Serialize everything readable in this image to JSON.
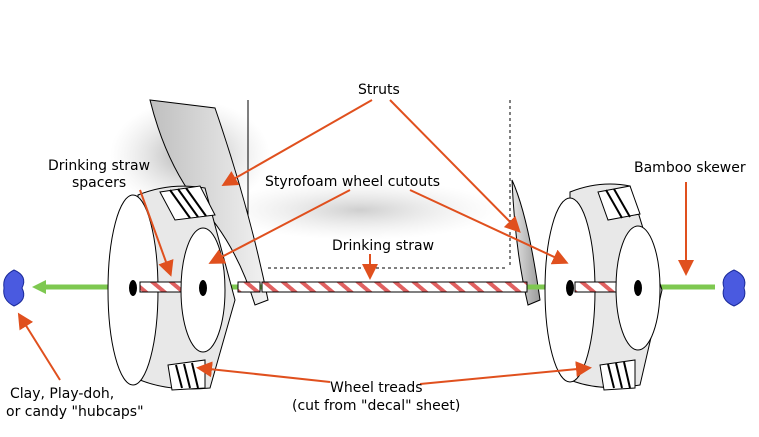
{
  "labels": {
    "struts": "Struts",
    "drinking_straw_spacers_line1": "Drinking straw",
    "drinking_straw_spacers_line2": "spacers",
    "styrofoam_wheel_cutouts": "Styrofoam wheel cutouts",
    "bamboo_skewer": "Bamboo skewer",
    "drinking_straw": "Drinking straw",
    "hubcaps_line1": "Clay, Play-doh,",
    "hubcaps_line2": "or candy \"hubcaps\"",
    "wheel_treads_line1": "Wheel treads",
    "wheel_treads_line2": "(cut from \"decal\" sheet)"
  },
  "colors": {
    "arrow": "#e0501e",
    "skewer": "#7ec850",
    "straw_stripe": "#e06060",
    "hubcap": "#4a5ae0",
    "outline": "#000000"
  }
}
